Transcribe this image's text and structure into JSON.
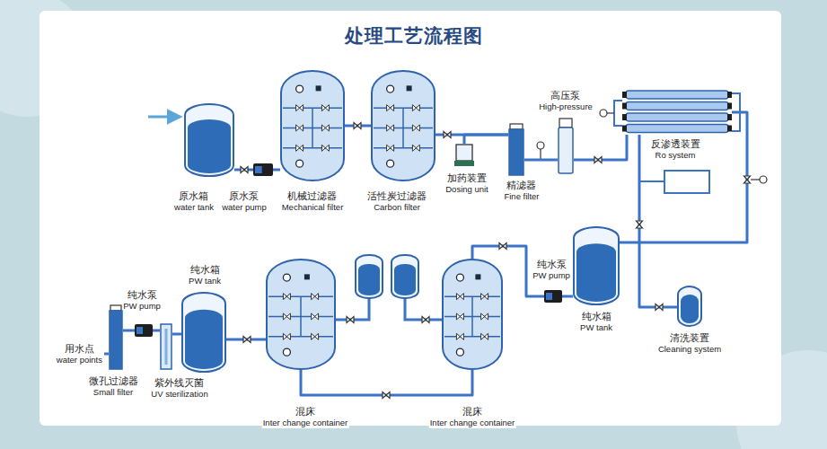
{
  "diagram": {
    "title": "处理工艺流程图",
    "nodes": [
      {
        "text": [
          "原水箱",
          "water tank"
        ]
      },
      {
        "text": [
          "原水泵",
          "water pump"
        ]
      },
      {
        "text": [
          "机械过滤器",
          "Mechanical filter"
        ]
      },
      {
        "text": [
          "活性炭过滤器",
          "Carbon filter"
        ]
      },
      {
        "text": [
          "加药装置",
          "Dosing unit"
        ]
      },
      {
        "text": [
          "精滤器",
          "Fine filter"
        ]
      },
      {
        "text": [
          "高压泵",
          "High-pressure"
        ]
      },
      {
        "text": [
          "反渗透装置",
          "Ro system"
        ]
      },
      {
        "text": [
          "纯水箱",
          "PW tank"
        ]
      },
      {
        "text": [
          "纯水泵",
          "PW pump"
        ]
      },
      {
        "text": [
          "清洗装置",
          "Cleaning system"
        ]
      },
      {
        "text": [
          "混床",
          "Inter change container"
        ]
      },
      {
        "text": [
          "混床",
          "Inter change container"
        ]
      },
      {
        "text": [
          "纯水箱",
          "PW tank"
        ]
      },
      {
        "text": [
          "纯水泵",
          "PW pump"
        ]
      },
      {
        "text": [
          "紫外线灭菌",
          "UV sterilization"
        ]
      },
      {
        "text": [
          "微孔过滤器",
          "Small filter"
        ]
      },
      {
        "text": [
          "用水点",
          "water points"
        ]
      }
    ],
    "edges": [
      {
        "from": 0,
        "to": 1,
        "arrow": "none"
      },
      {
        "from": 1,
        "to": 2,
        "arrow": "none"
      },
      {
        "from": 2,
        "to": 3,
        "arrow": "none"
      },
      {
        "from": 3,
        "to": 5,
        "arrow": "none"
      },
      {
        "from": 4,
        "to": 5,
        "arrow": "none"
      },
      {
        "from": 5,
        "to": 6,
        "arrow": "none"
      },
      {
        "from": 6,
        "to": 7,
        "arrow": "none"
      },
      {
        "from": 7,
        "to": 8,
        "arrow": "none"
      },
      {
        "from": 8,
        "to": 9,
        "arrow": "none"
      },
      {
        "from": 9,
        "to": 11,
        "arrow": "none"
      },
      {
        "from": 11,
        "to": 12,
        "arrow": "none"
      },
      {
        "from": 12,
        "to": 13,
        "arrow": "none"
      },
      {
        "from": 13,
        "to": 15,
        "arrow": "none"
      },
      {
        "from": 15,
        "to": 14,
        "arrow": "none"
      },
      {
        "from": 14,
        "to": 16,
        "arrow": "none"
      },
      {
        "from": 16,
        "to": 17,
        "arrow": "none"
      },
      {
        "from": 10,
        "to": 7,
        "arrow": "none"
      }
    ]
  }
}
